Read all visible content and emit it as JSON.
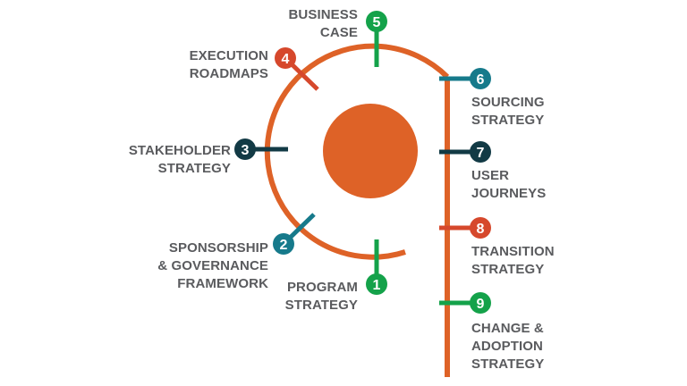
{
  "colors": {
    "orange": "#de6227",
    "green": "#14a24a",
    "teal": "#167a8b",
    "navy": "#123a45",
    "red": "#d6482c",
    "text": "#5a5b5e"
  },
  "milestones": [
    {
      "number": "1",
      "label": "PROGRAM\nSTRATEGY",
      "color": "green"
    },
    {
      "number": "2",
      "label": "SPONSORSHIP\n& GOVERNANCE\nFRAMEWORK",
      "color": "teal"
    },
    {
      "number": "3",
      "label": "STAKEHOLDER\nSTRATEGY",
      "color": "navy"
    },
    {
      "number": "4",
      "label": "EXECUTION\nROADMAPS",
      "color": "red"
    },
    {
      "number": "5",
      "label": "BUSINESS\nCASE",
      "color": "green"
    },
    {
      "number": "6",
      "label": "SOURCING\nSTRATEGY",
      "color": "teal"
    },
    {
      "number": "7",
      "label": "USER\nJOURNEYS",
      "color": "navy"
    },
    {
      "number": "8",
      "label": "TRANSITION\nSTRATEGY",
      "color": "red"
    },
    {
      "number": "9",
      "label": "CHANGE &\nADOPTION\nSTRATEGY",
      "color": "green"
    }
  ]
}
